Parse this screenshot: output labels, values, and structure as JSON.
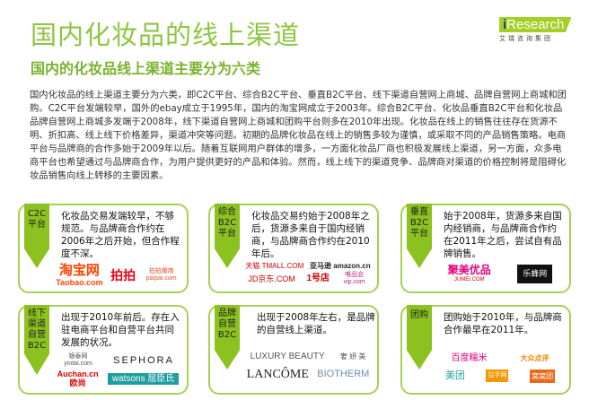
{
  "header": {
    "title": "国内化妆品的线上渠道",
    "subtitle": "国内的化妆品线上渠道主要分为六类",
    "logo_brand": "iResearch",
    "logo_sub": "艾瑞咨询集团"
  },
  "paragraph": "国内化妆品的线上渠道主要分为六类，即C2C平台、综合B2C平台、垂直B2C平台、线下渠道自营网上商城、品牌自营网上商城和团购。C2C平台发端较早，国外的ebay成立于1995年，国内的淘宝网成立于2003年。综合B2C平台、化妆品垂直B2C平台和化妆品品牌自营网上商城多发端于2008年，线下渠道自营网上商城和团购平台则多在2010年出现。化妆品在线上的销售往往存在货源不明、折扣高、线上线下价格差异，渠道冲突等问题。初期的品牌化妆品在线上的销售多较为谨慎，或采取不同的产品销售策略。电商平台与品牌商的合作多始于2009年以后。随着互联网用户群体的增多，一方面化妆品厂商也积极发展线上渠道，另一方面，众多电商平台也希望通过与品牌商合作，为用户提供更好的产品和体验。然而，线上线下的渠道竞争、品牌商对渠道的价格控制将是阻碍化妆品销售向线上转移的主要因素。",
  "cards": [
    {
      "tag": "C2C平台",
      "desc": "化妆品交易发端较早，不够规范。与品牌商合作约在2006年之后开始，但合作程度不深。",
      "brands": [
        "淘宝网",
        "Taobao.com",
        "拍拍",
        "拍拍微商 paipai.com"
      ]
    },
    {
      "tag": "综合B2C平台",
      "desc": "化妆品交易约始于2008年之后，货源多来自于国内经销商，与品牌商合作约在2010年后。",
      "brands": [
        "天猫 TMALL.COM",
        "亚马逊 amazon.cn",
        "JD京东.COM",
        "1号店",
        "唯品会 vip.com"
      ]
    },
    {
      "tag": "垂直B2C平台",
      "desc": "始于2008年，货源多来自国内经销商，与品牌商合作约在2011年之后，尝试自有品牌销售。",
      "brands": [
        "聚美优品",
        "JUMEI.COM",
        "乐蜂网"
      ]
    },
    {
      "tag": "线下渠道自营B2C",
      "desc": "出现于2010年前后。存在入驻电商平台和自营平台共同发展的状况。",
      "brands": [
        "银泰网 yintai.com",
        "SEPHORA",
        "Auchan.cn 欧尚",
        "watsons 屈臣氏"
      ]
    },
    {
      "tag": "品牌自营B2C",
      "desc": "出现于2008年左右，是品牌的自营线上渠道。",
      "brands": [
        "LUXURY BEAUTY",
        "奢 妍 美",
        "LANCÔME",
        "BIOTHERM"
      ]
    },
    {
      "tag": "团购",
      "desc": "团购始于2010年，与品牌商合作最早在2011年。",
      "brands": [
        "百度糯米",
        "美团",
        "拉手网",
        "大众点评",
        "窝窝团"
      ]
    }
  ]
}
